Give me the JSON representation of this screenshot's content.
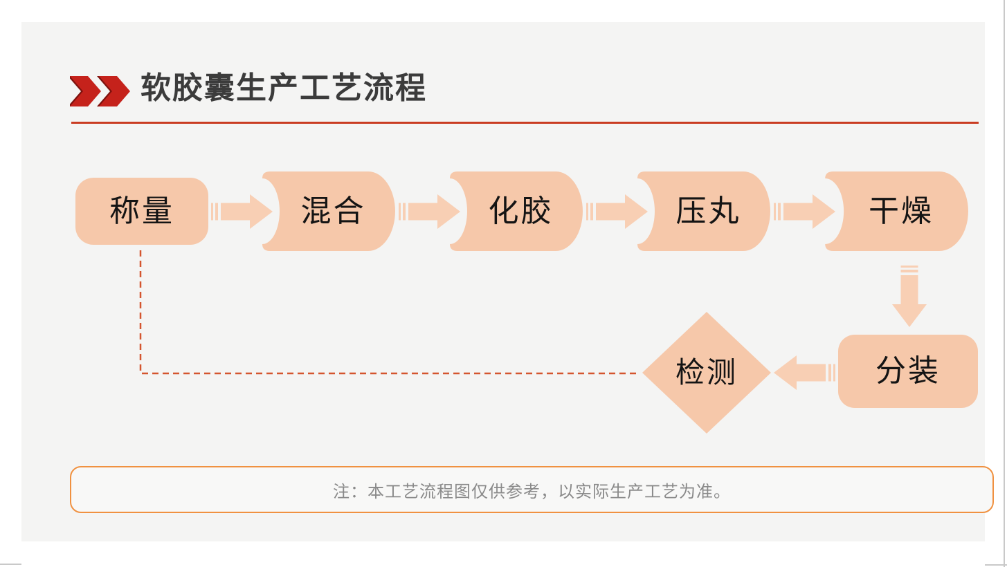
{
  "header": {
    "title": "软胶囊生产工艺流程"
  },
  "flow": {
    "nodes": [
      {
        "id": "weighing",
        "label": "称量",
        "shape": "rounded-rect"
      },
      {
        "id": "mixing",
        "label": "混合",
        "shape": "curved"
      },
      {
        "id": "gel-melting",
        "label": "化胶",
        "shape": "curved"
      },
      {
        "id": "encapsulation",
        "label": "压丸",
        "shape": "curved"
      },
      {
        "id": "drying",
        "label": "干燥",
        "shape": "curved"
      },
      {
        "id": "packaging",
        "label": "分装",
        "shape": "rounded-rect"
      },
      {
        "id": "inspection",
        "label": "检测",
        "shape": "diamond"
      }
    ]
  },
  "note": {
    "text": "注：本工艺流程图仅供参考，以实际生产工艺为准。"
  },
  "colors": {
    "card_background": "#f4f4f3",
    "shape_fill": "#f6c8aa",
    "arrow_fill": "#f8cfb4",
    "chevron_red": "#c5221b",
    "chevron_dark_red": "#7e120e",
    "title_text": "#3b3b3b",
    "title_rule": "#c93c22",
    "dashed_line": "#d4552e",
    "note_border": "#f09140",
    "note_text": "#8a8a8a",
    "node_text": "#141414"
  }
}
